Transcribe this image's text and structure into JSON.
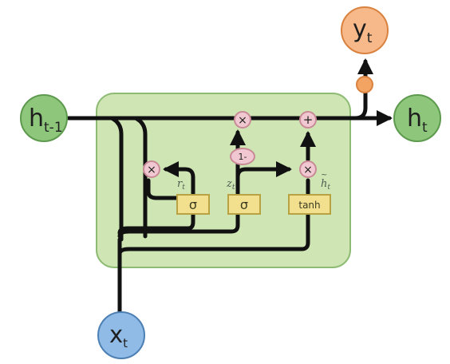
{
  "nodes": {
    "h_prev": {
      "main": "h",
      "sub": "t-1"
    },
    "h_t": {
      "main": "h",
      "sub": "t"
    },
    "y_t": {
      "main": "y",
      "sub": "t"
    },
    "x_t": {
      "main": "x",
      "sub": "t"
    }
  },
  "gates": {
    "sigma_r": "σ",
    "sigma_z": "σ",
    "tanh": "tanh"
  },
  "ops": {
    "multiply": "×",
    "add": "+",
    "one_minus": "1-"
  },
  "annotations": {
    "r": {
      "main": "r",
      "sub": "t"
    },
    "z": {
      "main": "z",
      "sub": "t"
    },
    "h_tilde": {
      "main": "h",
      "sub": "t"
    }
  },
  "colors": {
    "cell_fill": "#cfe6b4",
    "cell_stroke": "#8dbb73",
    "green_node": "#8ec77c",
    "green_node_stroke": "#5d9a4e",
    "orange_node": "#f7b98a",
    "orange_node_stroke": "#d9823f",
    "orange_dot": "#f3a463",
    "blue_node": "#8fbbe6",
    "blue_node_stroke": "#4c7fb4",
    "op_fill": "#f1c8d1",
    "op_stroke": "#c98a98",
    "gate_fill": "#f3e08e",
    "gate_stroke": "#b8a243",
    "line": "#111111"
  }
}
